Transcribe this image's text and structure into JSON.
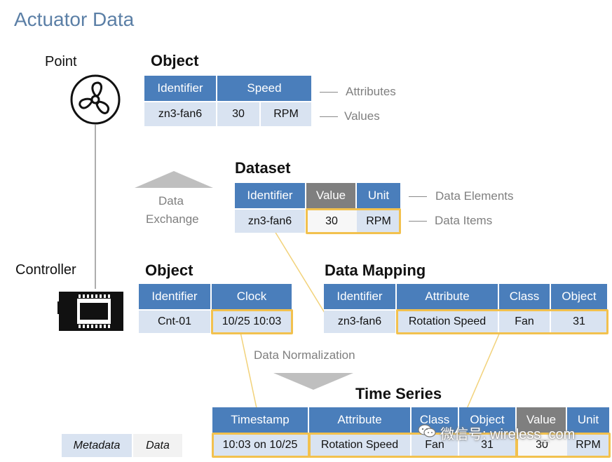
{
  "title": "Actuator Data",
  "point_label": "Point",
  "controller_label": "Controller",
  "object_top": {
    "heading": "Object",
    "headers": [
      "Identifier",
      "Speed"
    ],
    "values": [
      "zn3-fan6",
      "30",
      "RPM"
    ],
    "annotations": [
      "Attributes",
      "Values"
    ]
  },
  "dataset": {
    "heading": "Dataset",
    "headers": [
      "Identifier",
      "Value",
      "Unit"
    ],
    "values": [
      "zn3-fan6",
      "30",
      "RPM"
    ],
    "annotations": [
      "Data Elements",
      "Data Items"
    ]
  },
  "data_exchange": [
    "Data",
    "Exchange"
  ],
  "object_ctrl": {
    "heading": "Object",
    "headers": [
      "Identifier",
      "Clock"
    ],
    "values": [
      "Cnt-01",
      "10/25 10:03"
    ]
  },
  "mapping": {
    "heading": "Data Mapping",
    "headers": [
      "Identifier",
      "Attribute",
      "Class",
      "Object"
    ],
    "values": [
      "zn3-fan6",
      "Rotation Speed",
      "Fan",
      "31"
    ]
  },
  "normalization": "Data  Normalization",
  "timeseries": {
    "heading": "Time Series",
    "headers": [
      "Timestamp",
      "Attribute",
      "Class",
      "Object",
      "Value",
      "Unit"
    ],
    "values": [
      "10:03 on 10/25",
      "Rotation Speed",
      "Fan",
      "31",
      "30",
      "RPM"
    ]
  },
  "legend": [
    "Metadata",
    "Data"
  ],
  "watermark": "微信号: wireless_com",
  "colors": {
    "header_blue": "#4a7ebb",
    "header_gray": "#7f7f7f",
    "value_light": "#d9e3f1",
    "highlight": "#f2c14e"
  }
}
